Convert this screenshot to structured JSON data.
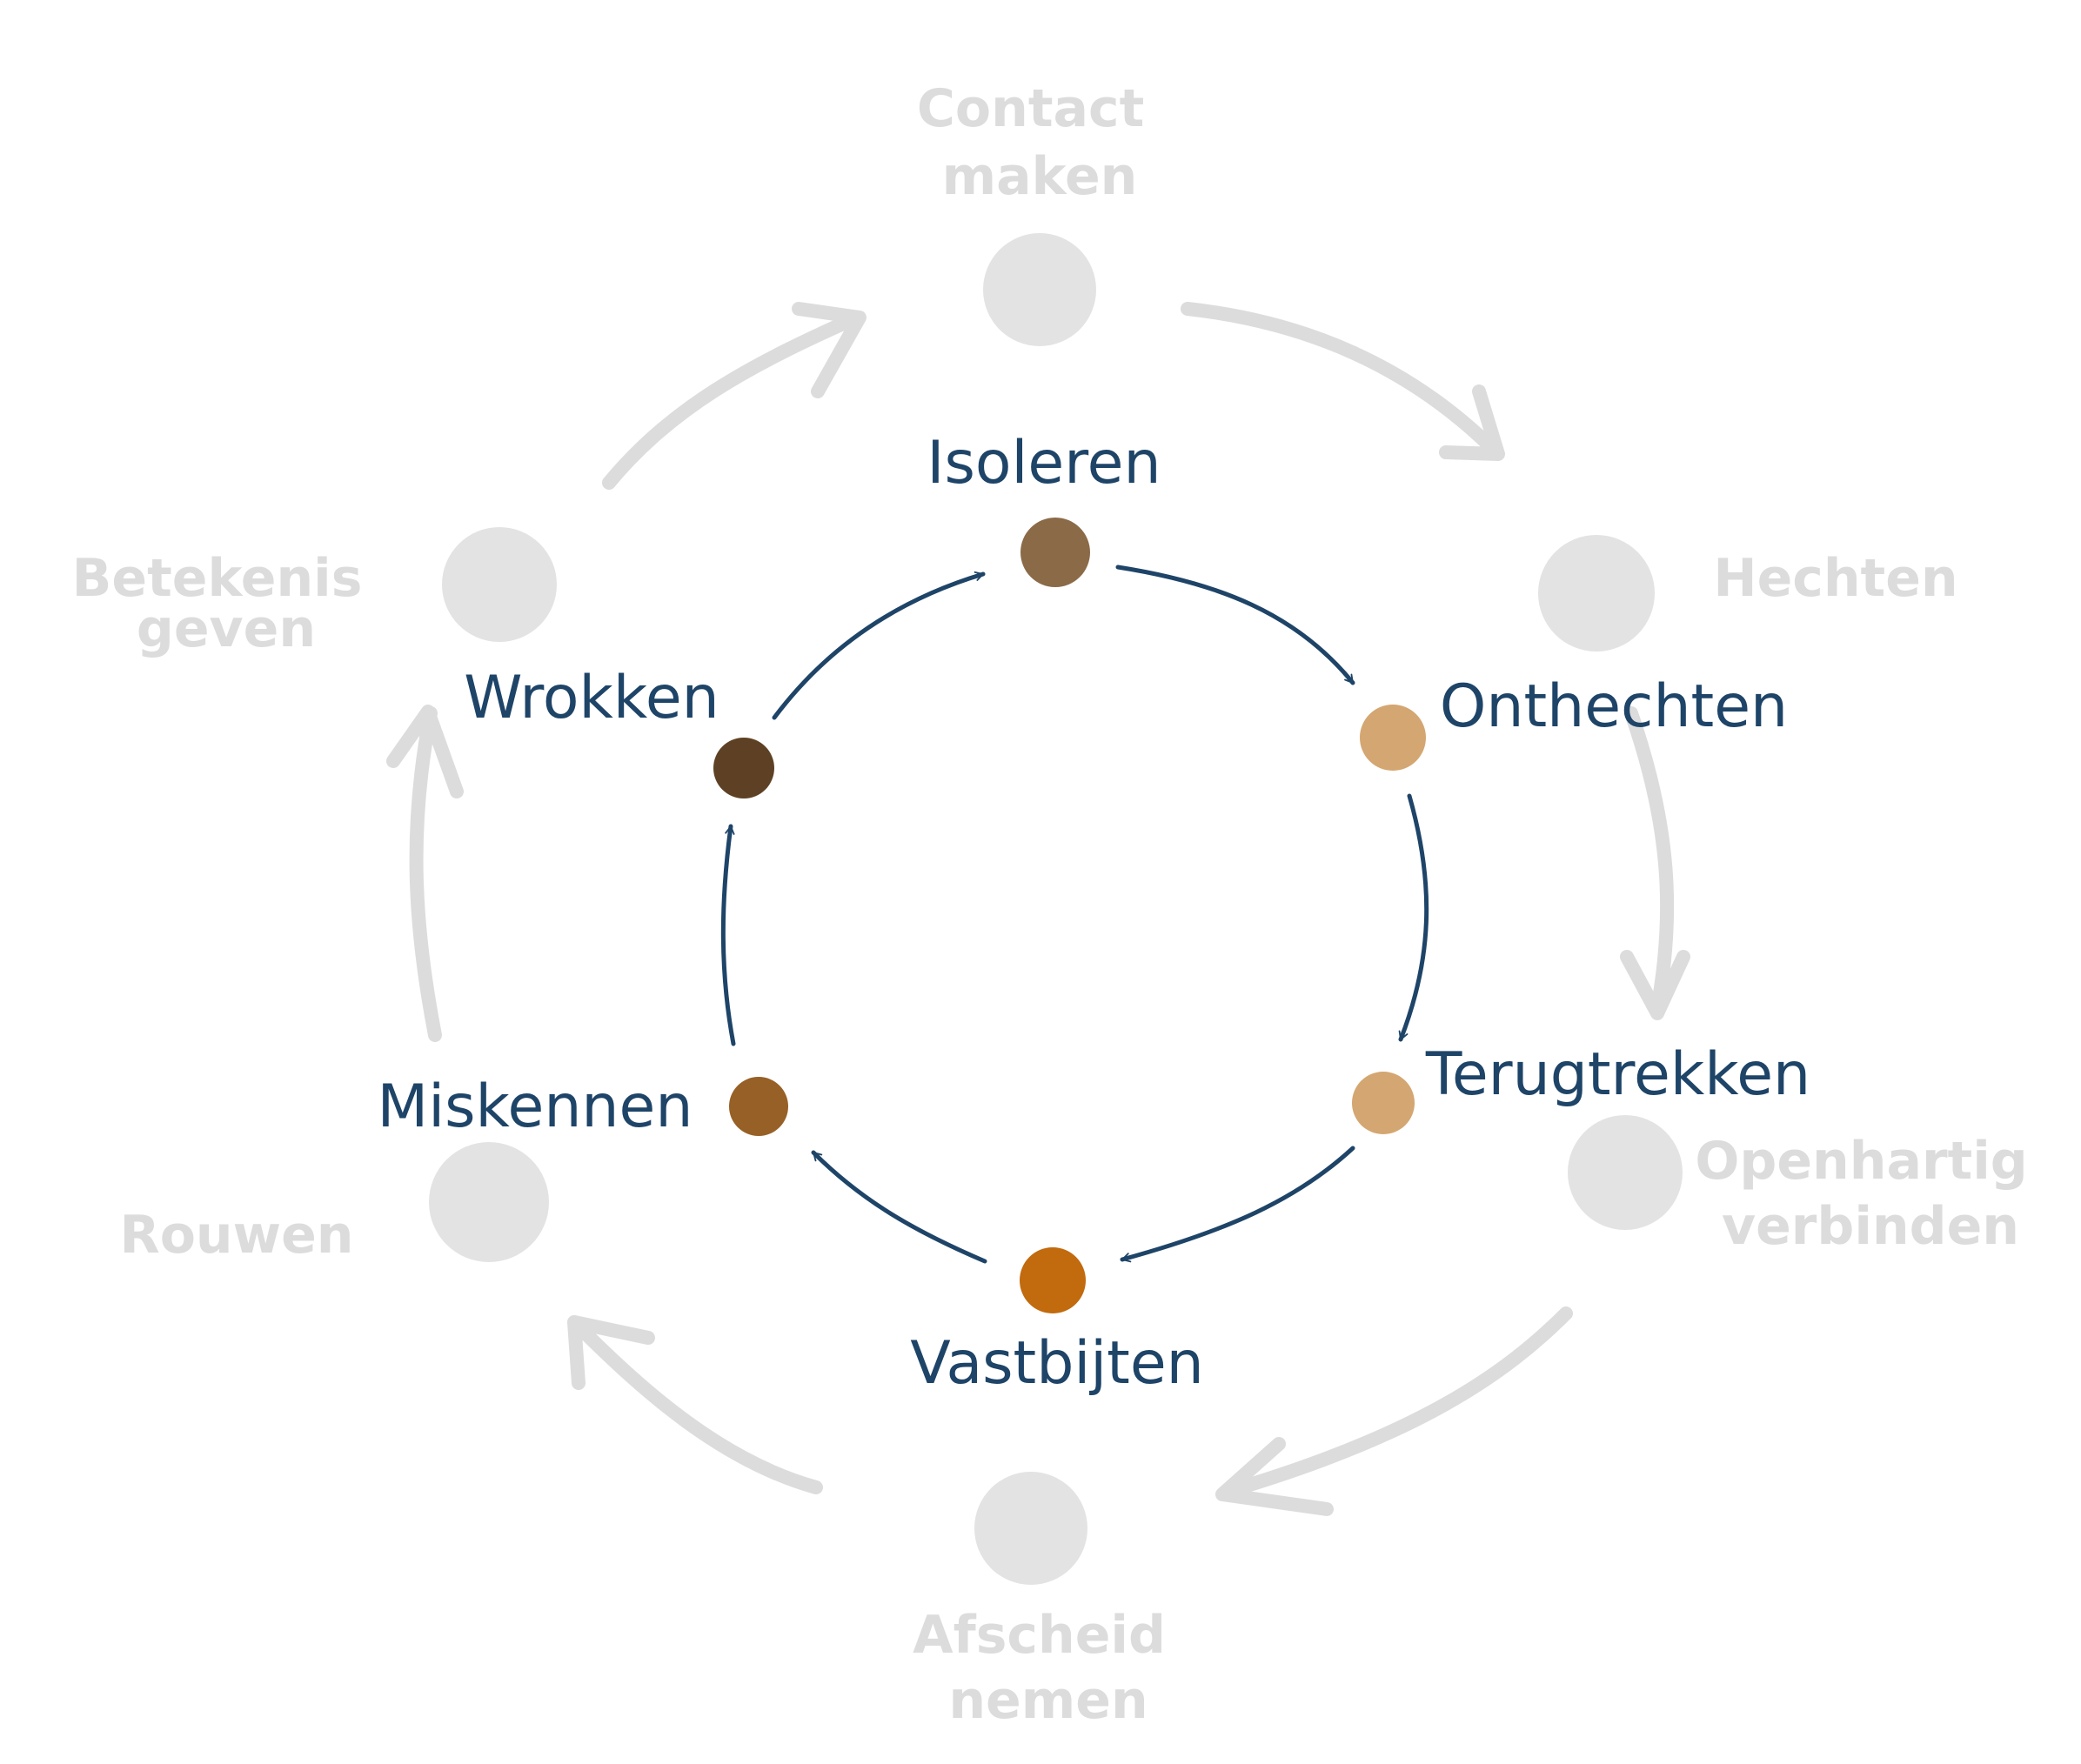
{
  "outer_cycle": {
    "color": "#dcdcdc",
    "stages": [
      {
        "id": "contact",
        "lines": [
          "Contact",
          "maken"
        ]
      },
      {
        "id": "hechten",
        "lines": [
          "Hechten"
        ]
      },
      {
        "id": "openhartig",
        "lines": [
          "Openhartig",
          "verbinden"
        ]
      },
      {
        "id": "afscheid",
        "lines": [
          "Afscheid",
          "nemen"
        ]
      },
      {
        "id": "rouwen",
        "lines": [
          "Rouwen"
        ]
      },
      {
        "id": "betekenis",
        "lines": [
          "Betekenis",
          "geven"
        ]
      }
    ]
  },
  "inner_cycle": {
    "color": "#1e4468",
    "stages": [
      {
        "id": "isoleren",
        "label": "Isoleren",
        "dot_color": "#8b6a48"
      },
      {
        "id": "onthechten",
        "label": "Onthechten",
        "dot_color": "#d4a671"
      },
      {
        "id": "terugtrekken",
        "label": "Terugtrekken",
        "dot_color": "#d4a671"
      },
      {
        "id": "vastbijten",
        "label": "Vastbijten",
        "dot_color": "#c26a0e"
      },
      {
        "id": "miskennen",
        "label": "Miskennen",
        "dot_color": "#976026"
      },
      {
        "id": "wrokken",
        "label": "Wrokken",
        "dot_color": "#5e4124"
      }
    ]
  }
}
